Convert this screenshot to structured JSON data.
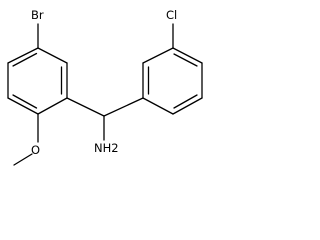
{
  "molecule": {
    "atoms": {
      "bromo": "Br",
      "chloro": "Cl",
      "methoxy_oxygen": "O",
      "amine": "NH2"
    },
    "colors": {
      "bond": "#000000",
      "label": "#000000",
      "background": "#ffffff"
    }
  }
}
